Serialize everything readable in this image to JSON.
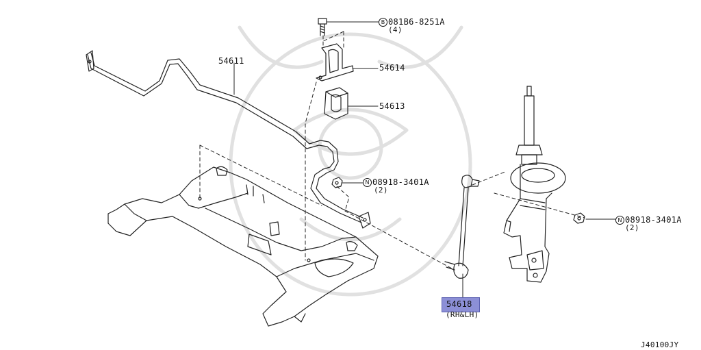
{
  "diagram": {
    "parts": [
      {
        "id": "54611",
        "number": "54611"
      },
      {
        "id": "54614",
        "number": "54614"
      },
      {
        "id": "54613",
        "number": "54613"
      },
      {
        "id": "54618",
        "number": "54618",
        "note": "(RH&LH)",
        "highlighted": true
      }
    ],
    "fasteners": [
      {
        "prefix": "B",
        "number": "081B6-8251A",
        "qty": "(4)"
      },
      {
        "prefix": "N",
        "number": "08918-3401A",
        "qty": "(2)"
      },
      {
        "prefix": "N",
        "number": "08918-3401A",
        "qty": "(2)"
      }
    ],
    "code": "J40100JY",
    "highlight_color": "#8c8fd6"
  }
}
